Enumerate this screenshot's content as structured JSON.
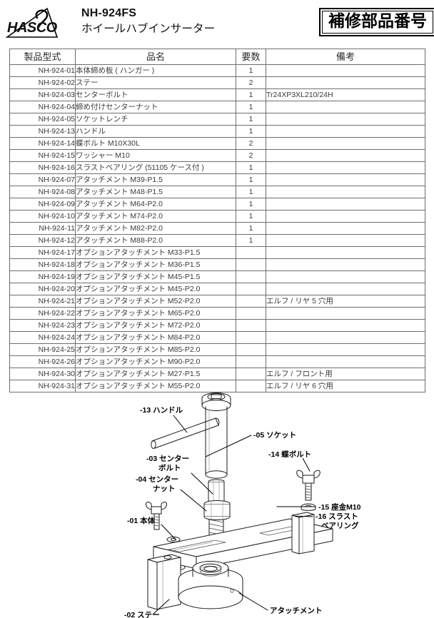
{
  "header": {
    "logo_text": "HASCO",
    "logo_icon": "hasco-triangle-hook-logo",
    "model_code": "NH-924FS",
    "product_name": "ホイールハブインサーター",
    "doc_tag": "補修部品番号"
  },
  "table": {
    "columns": [
      "製品型式",
      "品名",
      "要数",
      "備考"
    ],
    "rows": [
      {
        "code": "NH-924-01",
        "name": "本体締め板 ( ハンガー )",
        "qty": "1",
        "note": ""
      },
      {
        "code": "NH-924-02",
        "name": "ステー",
        "qty": "2",
        "note": ""
      },
      {
        "code": "NH-924-03",
        "name": "センターボルト",
        "qty": "1",
        "note": "Tr24XP3XL210/24H"
      },
      {
        "code": "NH-924-04",
        "name": "締め付けセンターナット",
        "qty": "1",
        "note": ""
      },
      {
        "code": "NH-924-05",
        "name": "ソケットレンチ",
        "qty": "1",
        "note": ""
      },
      {
        "code": "NH-924-13",
        "name": "ハンドル",
        "qty": "1",
        "note": ""
      },
      {
        "code": "NH-924-14",
        "name": "蝶ボルト M10X30L",
        "qty": "2",
        "note": ""
      },
      {
        "code": "NH-924-15",
        "name": "ワッシャー M10",
        "qty": "2",
        "note": ""
      },
      {
        "code": "NH-924-16",
        "name": "スラストベアリング (51105 ケース付 )",
        "qty": "1",
        "note": ""
      },
      {
        "code": "NH-924-07",
        "name": "アタッチメント M39-P1.5",
        "qty": "1",
        "note": ""
      },
      {
        "code": "NH-924-08",
        "name": "アタッチメント M48-P1.5",
        "qty": "1",
        "note": ""
      },
      {
        "code": "NH-924-09",
        "name": "アタッチメント M64-P2.0",
        "qty": "1",
        "note": ""
      },
      {
        "code": "NH-924-10",
        "name": "アタッチメント M74-P2.0",
        "qty": "1",
        "note": ""
      },
      {
        "code": "NH-924-11",
        "name": "アタッチメント M82-P2.0",
        "qty": "1",
        "note": ""
      },
      {
        "code": "NH-924-12",
        "name": "アタッチメント M88-P2.0",
        "qty": "1",
        "note": ""
      },
      {
        "code": "NH-924-17",
        "name": "オプションアタッチメント M33-P1.5",
        "qty": "",
        "note": ""
      },
      {
        "code": "NH-924-18",
        "name": "オプションアタッチメント M36-P1.5",
        "qty": "",
        "note": ""
      },
      {
        "code": "NH-924-19",
        "name": "オプションアタッチメント M45-P1.5",
        "qty": "",
        "note": ""
      },
      {
        "code": "NH-924-20",
        "name": "オプションアタッチメント M45-P2.0",
        "qty": "",
        "note": ""
      },
      {
        "code": "NH-924-21",
        "name": "オプションアタッチメント M52-P2.0",
        "qty": "",
        "note": "エルフ / リヤ 5 穴用"
      },
      {
        "code": "NH-924-22",
        "name": "オプションアタッチメント M65-P2.0",
        "qty": "",
        "note": ""
      },
      {
        "code": "NH-924-23",
        "name": "オプションアタッチメント M72-P2.0",
        "qty": "",
        "note": ""
      },
      {
        "code": "NH-924-24",
        "name": "オプションアタッチメント M84-P2.0",
        "qty": "",
        "note": ""
      },
      {
        "code": "NH-924-25",
        "name": "オプションアタッチメント M85-P2.0",
        "qty": "",
        "note": ""
      },
      {
        "code": "NH-924-26",
        "name": "オプションアタッチメント M90-P2.0",
        "qty": "",
        "note": ""
      },
      {
        "code": "NH-924-30",
        "name": "オプションアタッチメント M27-P1.5",
        "qty": "",
        "note": "エルフ / フロント用"
      },
      {
        "code": "NH-924-31",
        "name": "オプションアタッチメント M55-P2.0",
        "qty": "",
        "note": "エルフ / リヤ 6 穴用"
      }
    ]
  },
  "diagram": {
    "labels": {
      "handle": "-13 ハンドル",
      "socket": "-05 ソケット",
      "center_bolt_l1": "-03 センター",
      "center_bolt_l2": "ボルト",
      "center_nut_l1": "-04 センター",
      "center_nut_l2": "ナット",
      "wing_bolt": "-14 蝶ボルト",
      "washer": "-15 座金M10",
      "body": "-01 本体",
      "thrust_l1": "-16 スラスト",
      "thrust_l2": "ベアリング",
      "stay": "-02 ステー",
      "attachment": "アタッチメント"
    }
  }
}
